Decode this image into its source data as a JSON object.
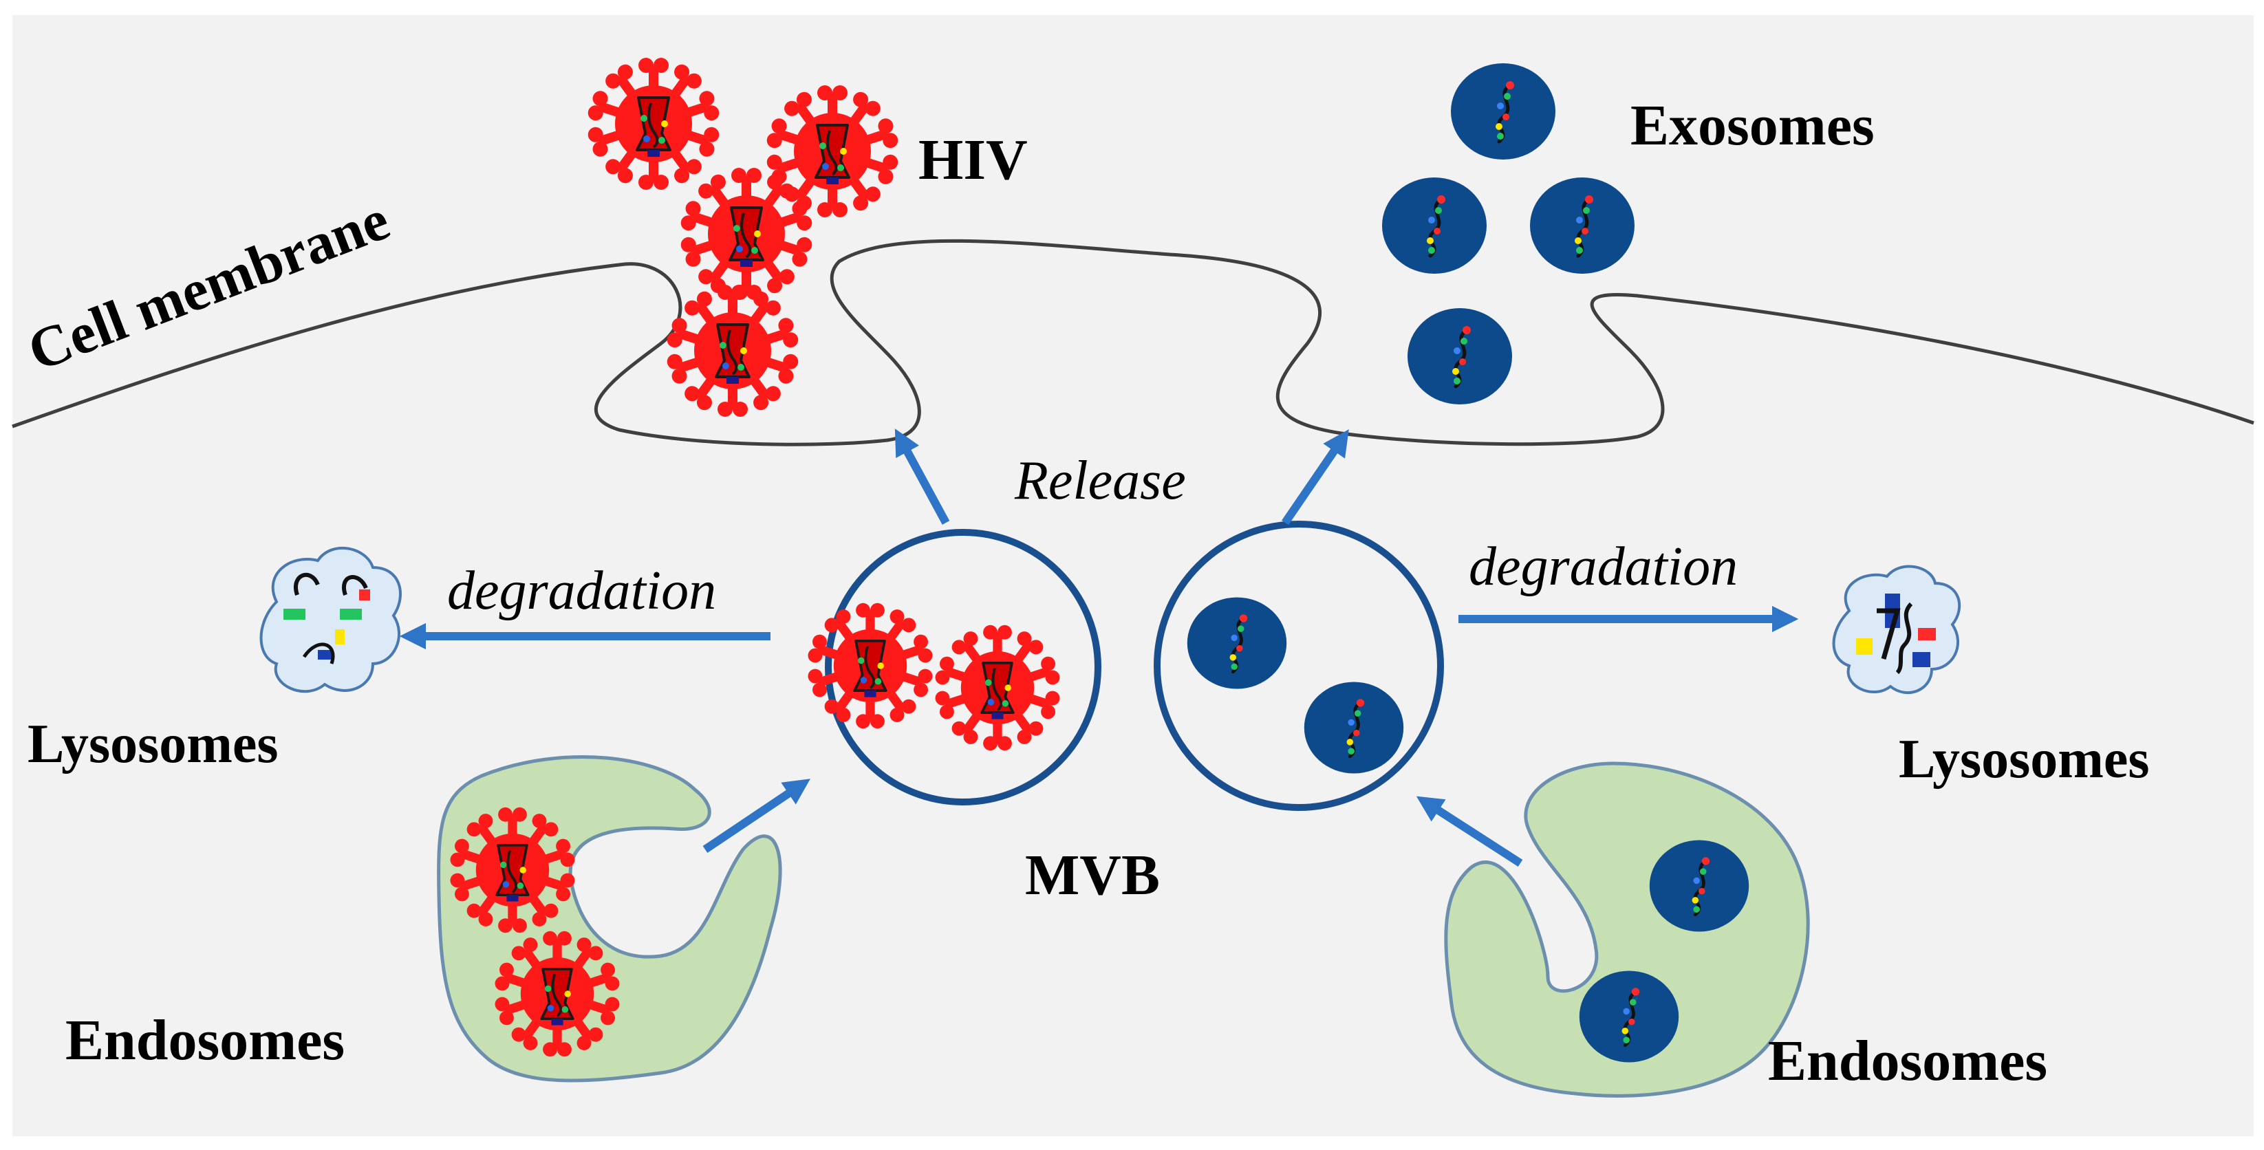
{
  "labels": {
    "cell_membrane": "Cell membrane",
    "hiv": "HIV",
    "exosomes": "Exosomes",
    "release": "Release",
    "degradation_left": "degradation",
    "degradation_right": "degradation",
    "lysosomes_left": "Lysosomes",
    "lysosomes_right": "Lysosomes",
    "mvb": "MVB",
    "endosomes_left": "Endosomes",
    "endosomes_right": "Endosomes"
  },
  "colors": {
    "background": "#f2f2f2",
    "membrane": "#3f3f3f",
    "arrow": "#2e75c8",
    "virus": "#ff1a1a",
    "exosome": "#0d4a8c",
    "mvb_outline": "#1a4f8f",
    "endosome_fill": "#c6e0b4",
    "endosome_stroke": "#6d8fae",
    "lysosome_fill": "#dce9f7"
  },
  "icons": {
    "virus": "hiv-virion-icon",
    "exosome": "exosome-vesicle-icon",
    "lysosome": "lysosome-debris-icon"
  }
}
